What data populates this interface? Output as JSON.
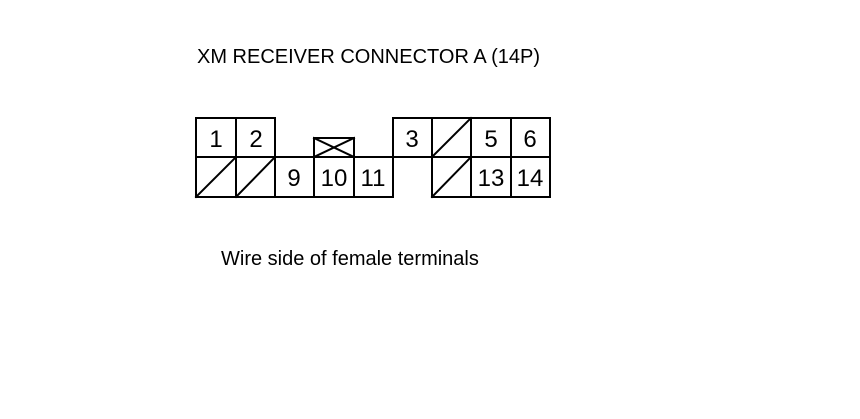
{
  "title": "XM RECEIVER CONNECTOR A (14P)",
  "caption": "Wire side of female terminals",
  "terminals": {
    "t1": "1",
    "t2": "2",
    "t3": "3",
    "t5": "5",
    "t6": "6",
    "t9": "9",
    "t10": "10",
    "t11": "11",
    "t13": "13",
    "t14": "14"
  },
  "unused_terminal_marker": "diagonal-slash",
  "locking_tab_marker": "x-box"
}
